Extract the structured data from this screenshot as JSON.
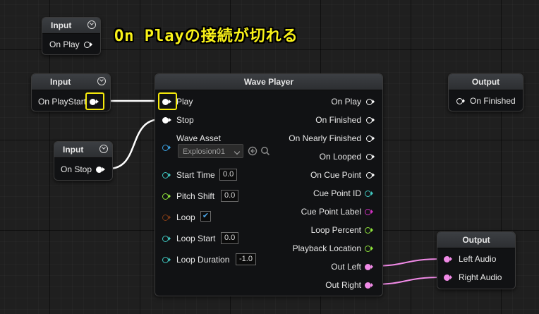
{
  "annotation": {
    "title": "On Playの接続が切れる"
  },
  "input_node_1": {
    "header": "Input",
    "pin_label": "On Play"
  },
  "input_node_2": {
    "header": "Input",
    "pin_label": "On PlayStart"
  },
  "input_node_3": {
    "header": "Input",
    "pin_label": "On Stop"
  },
  "output_node_1": {
    "header": "Output",
    "pin_label": "On Finished"
  },
  "output_node_2": {
    "header": "Output",
    "left_audio": "Left Audio",
    "right_audio": "Right Audio"
  },
  "wave_player": {
    "title": "Wave Player",
    "inputs": {
      "play": "Play",
      "stop": "Stop",
      "wave_asset": "Wave Asset",
      "wave_asset_value": "Explosion01",
      "start_time": "Start Time",
      "start_time_value": "0.0",
      "pitch_shift": "Pitch Shift",
      "pitch_shift_value": "0.0",
      "loop": "Loop",
      "loop_checked": "✔",
      "loop_start": "Loop Start",
      "loop_start_value": "0.0",
      "loop_duration": "Loop Duration",
      "loop_duration_value": "-1.0"
    },
    "outputs": {
      "on_play": "On Play",
      "on_finished": "On Finished",
      "on_nearly_finished": "On Nearly Finished",
      "on_looped": "On Looped",
      "on_cue_point": "On Cue Point",
      "cue_point_id": "Cue Point ID",
      "cue_point_label": "Cue Point Label",
      "loop_percent": "Loop Percent",
      "playback_location": "Playback Location",
      "out_left": "Out Left",
      "out_right": "Out Right"
    }
  },
  "colors": {
    "highlight": "#f5e90b",
    "float_pin": "#3fc7c0",
    "bool_pin": "#7c3a16",
    "time_pin": "#8ee33a",
    "audio_pin": "#f08ae6",
    "cue_label_pin": "#d030c0",
    "wave_asset_pin": "#3a9fe0"
  }
}
